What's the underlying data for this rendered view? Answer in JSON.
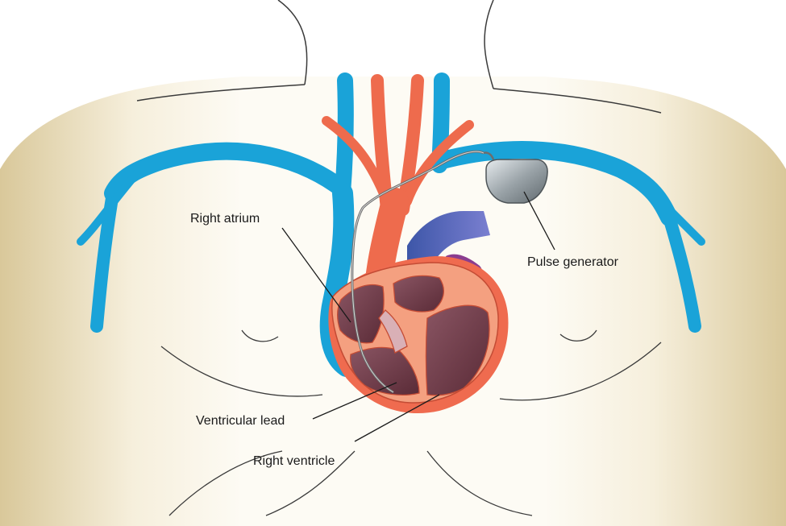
{
  "labels": {
    "right_atrium": "Right atrium",
    "pulse_generator": "Pulse generator",
    "ventricular_lead": "Ventricular lead",
    "right_ventricle": "Right ventricle"
  },
  "colors": {
    "skin_light": "#fdfbf4",
    "skin_dark": "#d9c89a",
    "vein": "#1aa3d8",
    "artery": "#ee6b4d",
    "pulmonary": "#3d56a8",
    "heart_wall": "#f08a6a",
    "heart_chamber": "#6e3a46",
    "device": "#9aa3a8",
    "purple": "#8a3d8f"
  }
}
